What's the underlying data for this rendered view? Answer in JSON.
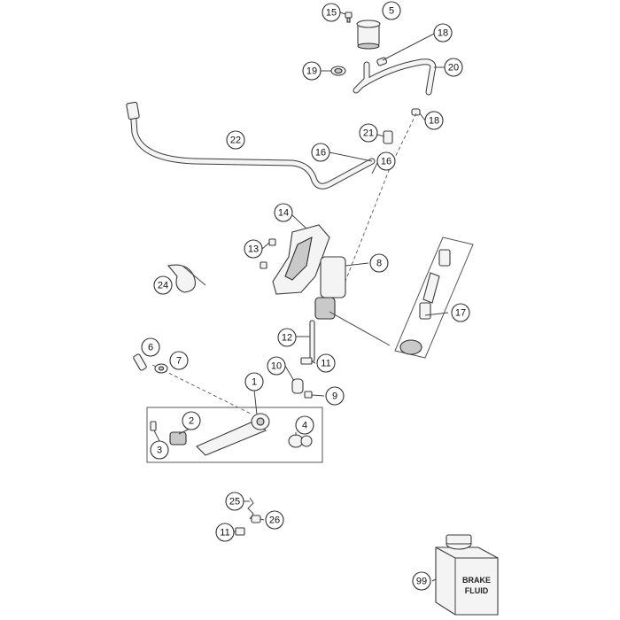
{
  "callouts": [
    {
      "id": "15",
      "label": "15"
    },
    {
      "id": "5",
      "label": "5"
    },
    {
      "id": "18a",
      "label": "18"
    },
    {
      "id": "19",
      "label": "19"
    },
    {
      "id": "20",
      "label": "20"
    },
    {
      "id": "18b",
      "label": "18"
    },
    {
      "id": "21",
      "label": "21"
    },
    {
      "id": "22",
      "label": "22"
    },
    {
      "id": "16a",
      "label": "16"
    },
    {
      "id": "16b",
      "label": "16"
    },
    {
      "id": "14",
      "label": "14"
    },
    {
      "id": "13",
      "label": "13"
    },
    {
      "id": "8",
      "label": "8"
    },
    {
      "id": "24",
      "label": "24"
    },
    {
      "id": "17",
      "label": "17"
    },
    {
      "id": "6",
      "label": "6"
    },
    {
      "id": "7",
      "label": "7"
    },
    {
      "id": "12",
      "label": "12"
    },
    {
      "id": "10",
      "label": "10"
    },
    {
      "id": "11a",
      "label": "11"
    },
    {
      "id": "9",
      "label": "9"
    },
    {
      "id": "1",
      "label": "1"
    },
    {
      "id": "2",
      "label": "2"
    },
    {
      "id": "4",
      "label": "4"
    },
    {
      "id": "3",
      "label": "3"
    },
    {
      "id": "25",
      "label": "25"
    },
    {
      "id": "26",
      "label": "26"
    },
    {
      "id": "11b",
      "label": "11"
    },
    {
      "id": "99",
      "label": "99"
    }
  ],
  "can_label": {
    "line1": "BRAKE",
    "line2": "FLUID"
  }
}
